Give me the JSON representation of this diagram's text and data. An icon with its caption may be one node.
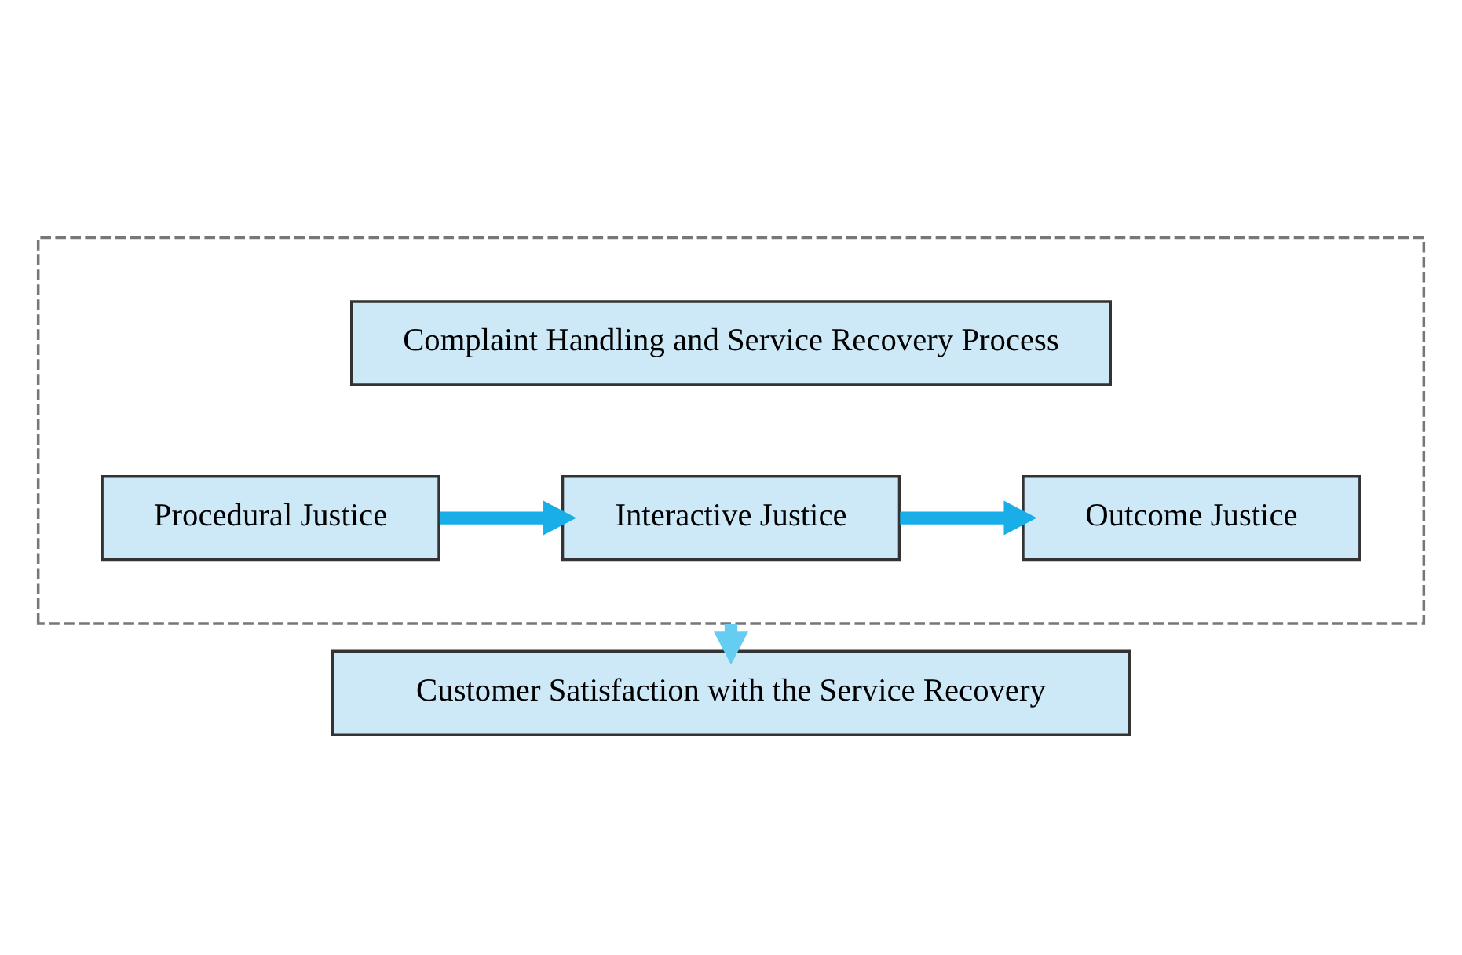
{
  "diagram": {
    "nodes": [
      {
        "text": [],
        "shape": "box"
      },
      {
        "text": [
          "Complaint Handling and Service Recovery Process"
        ],
        "in": 0
      },
      {
        "text": [
          "Procedural Justice"
        ],
        "in": 0
      },
      {
        "text": [
          "Interactive Justice"
        ],
        "in": 0
      },
      {
        "text": [
          "Outcome Justice"
        ],
        "in": 0
      },
      {
        "text": [
          "Customer Satisfaction with the Service Recovery"
        ]
      }
    ],
    "edges": [
      {
        "from": 2,
        "to": 3,
        "arrow": "to",
        "color": "#19aee8"
      },
      {
        "from": 3,
        "to": 4,
        "arrow": "to",
        "color": "#19aee8"
      },
      {
        "from": 0,
        "to": 5,
        "arrow": "to",
        "color": "#66cdf2"
      }
    ]
  }
}
